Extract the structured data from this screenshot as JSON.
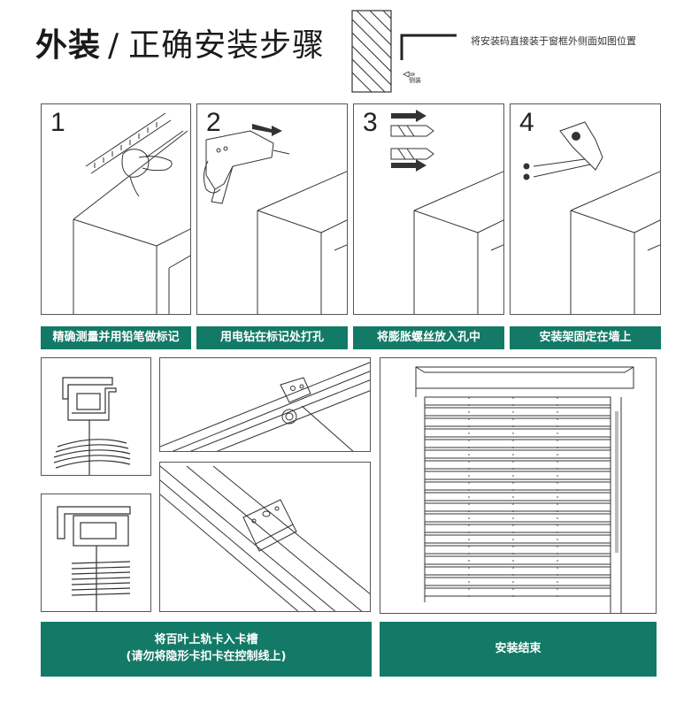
{
  "header": {
    "title_main": "外装",
    "title_slash": "/",
    "title_sub": "正确安装步骤",
    "note": "将安装码直接装于窗框外侧面如图位置",
    "diagram_label": "侧装"
  },
  "steps": [
    {
      "number": "1",
      "label": "精确测量并用铅笔做标记"
    },
    {
      "number": "2",
      "label": "用电钻在标记处打孔"
    },
    {
      "number": "3",
      "label": "将膨胀螺丝放入孔中"
    },
    {
      "number": "4",
      "label": "安装架固定在墙上"
    }
  ],
  "final": {
    "rail_line1": "将百叶上轨卡入卡槽",
    "rail_line2": "(请勿将隐形卡扣卡在控制线上)",
    "done": "安装结束"
  },
  "colors": {
    "accent": "#137a67",
    "line": "#333333"
  }
}
